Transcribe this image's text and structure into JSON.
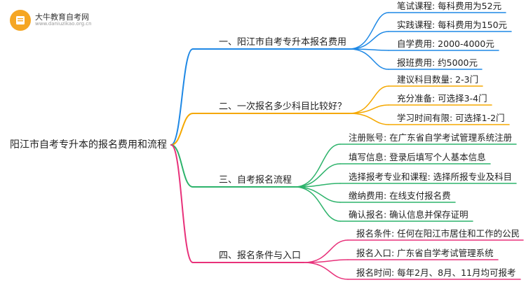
{
  "logo": {
    "name": "大牛教育自考网",
    "url": "www.daniuzikao.org.cn"
  },
  "root": "阳江市自考专升本的报名费用和流程",
  "branches": [
    {
      "label": "一、阳江市自考专升本报名费用",
      "color": "#1e88e5",
      "children": [
        "笔试课程: 每科费用为52元",
        "实践课程: 每科费用为150元",
        "自学费用: 2000-4000元",
        "报班费用: 约5000元"
      ]
    },
    {
      "label": "二、一次报名多少科目比较好？",
      "color": "#f5a800",
      "children": [
        "建议科目数量: 2-3门",
        "充分准备: 可选择3-4门",
        "学习时间有限: 可选择1-2门"
      ]
    },
    {
      "label": "三、自考报名流程",
      "color": "#2db36b",
      "children": [
        "注册账号: 在广东省自学考试管理系统注册",
        "填写信息: 登录后填写个人基本信息",
        "选择报考专业和课程: 选择所报专业及科目",
        "缴纳费用: 在线支付报名费",
        "确认报名: 确认信息并保存证明"
      ]
    },
    {
      "label": "四、报名条件与入口",
      "color": "#e8317a",
      "children": [
        "报名条件: 任何在阳江市居住和工作的公民",
        "报名入口: 广东省自学考试管理系统",
        "报名时间: 每年2月、8月、11月均可报考"
      ]
    }
  ]
}
